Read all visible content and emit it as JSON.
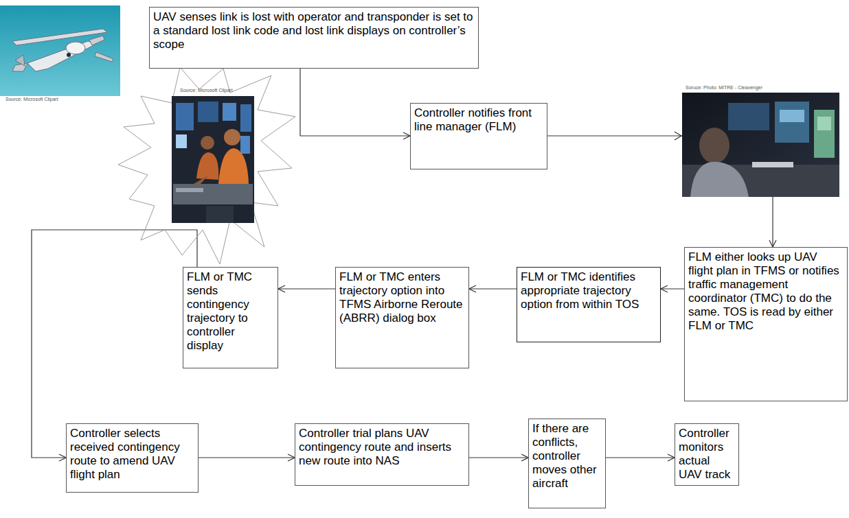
{
  "diagram": {
    "nodes": [
      {
        "text": [
          "UAV senses link is lost with operator and transponder is set to a standard lost link code and lost link displays on controller’s scope"
        ]
      },
      {
        "text": [
          "Controller notifies front line manager (FLM)"
        ]
      },
      {
        "text": [
          "FLM either looks up UAV flight plan in TFMS or notifies traffic management coordinator (TMC) to do the same. TOS is read by either FLM or TMC"
        ]
      },
      {
        "text": [
          "FLM or TMC identifies appropriate trajectory option from within TOS"
        ]
      },
      {
        "text": [
          "FLM or TMC enters trajectory option into TFMS Airborne Reroute (ABRR) dialog box"
        ]
      },
      {
        "text": [
          "FLM or TMC sends contingency trajectory to controller display"
        ]
      },
      {
        "text": [
          "Controller selects received contingency route to amend UAV flight plan"
        ]
      },
      {
        "text": [
          "Controller trial plans UAV contingency route and inserts new route into NAS"
        ]
      },
      {
        "text": [
          "If there are conflicts, controller moves other aircraft"
        ]
      },
      {
        "text": [
          "Controller monitors actual UAV track"
        ]
      }
    ],
    "edges": [
      {
        "from": 0,
        "to": 1,
        "arrow": "to"
      },
      {
        "from": 1,
        "to": 2,
        "arrow": "to"
      },
      {
        "from": 2,
        "to": 3,
        "arrow": "to"
      },
      {
        "from": 3,
        "to": 4,
        "arrow": "to"
      },
      {
        "from": 4,
        "to": 5,
        "arrow": "to"
      },
      {
        "from": 5,
        "to": 6,
        "arrow": "to"
      },
      {
        "from": 6,
        "to": 7,
        "arrow": "to"
      },
      {
        "from": 7,
        "to": 8,
        "arrow": "to"
      },
      {
        "from": 8,
        "to": 9,
        "arrow": "to"
      }
    ],
    "labels": [
      "Source: Microsoft Clipart",
      "Source: Microsoft Clipart",
      "Soruce: Photo: MITRE - Cleavenger"
    ]
  }
}
